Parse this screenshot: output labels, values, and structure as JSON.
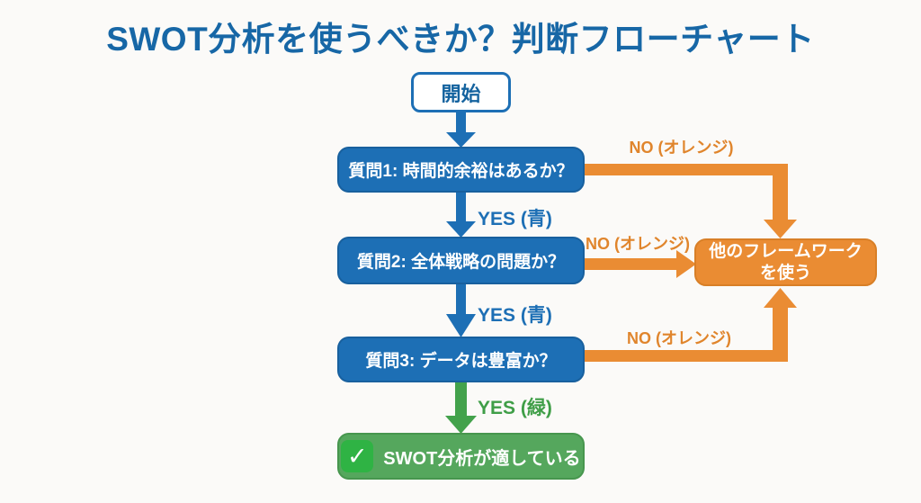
{
  "title": "SWOT分析を使うべきか？判断フローチャート",
  "flowchart": {
    "nodes": {
      "start": {
        "label": "開始"
      },
      "q1": {
        "label": "質問1: 時間的余裕はあるか？"
      },
      "q2": {
        "label": "質問2: 全体戦略の問題か？"
      },
      "q3": {
        "label": "質問3: データは豊富か？"
      },
      "result_suitable": {
        "label": "SWOT分析が適している",
        "icon": "check-icon"
      },
      "result_other": {
        "line1": "他のフレームワーク",
        "line2": "を使う"
      }
    },
    "edge_labels": {
      "yes_blue": "YES (青)",
      "yes_green": "YES (緑)",
      "no_orange": "NO (オレンジ)"
    },
    "icons": {
      "check": "✓"
    }
  },
  "colors": {
    "title_blue": "#1767a6",
    "node_blue": "#1d6fb5",
    "orange": "#ea8c33",
    "green": "#55a75d",
    "check_green": "#2fb344",
    "background": "#fbfaf8"
  }
}
